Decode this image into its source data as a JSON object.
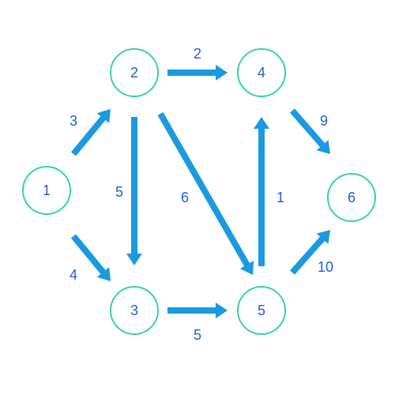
{
  "colors": {
    "node_stroke": "#34D6A2",
    "node_text": "#1E5FD6",
    "edge": "#1A9AE0",
    "edge_label": "#1E5FD6"
  },
  "nodes": [
    {
      "id": "1",
      "label": "1"
    },
    {
      "id": "2",
      "label": "2"
    },
    {
      "id": "3",
      "label": "3"
    },
    {
      "id": "4",
      "label": "4"
    },
    {
      "id": "5",
      "label": "5"
    },
    {
      "id": "6",
      "label": "6"
    }
  ],
  "edges": [
    {
      "from": "1",
      "to": "2",
      "weight": "3"
    },
    {
      "from": "1",
      "to": "3",
      "weight": "4"
    },
    {
      "from": "2",
      "to": "4",
      "weight": "2"
    },
    {
      "from": "2",
      "to": "3",
      "weight": "5"
    },
    {
      "from": "2",
      "to": "5",
      "weight": "6"
    },
    {
      "from": "3",
      "to": "5",
      "weight": "5"
    },
    {
      "from": "5",
      "to": "4",
      "weight": "1"
    },
    {
      "from": "4",
      "to": "6",
      "weight": "9"
    },
    {
      "from": "5",
      "to": "6",
      "weight": "10"
    }
  ]
}
